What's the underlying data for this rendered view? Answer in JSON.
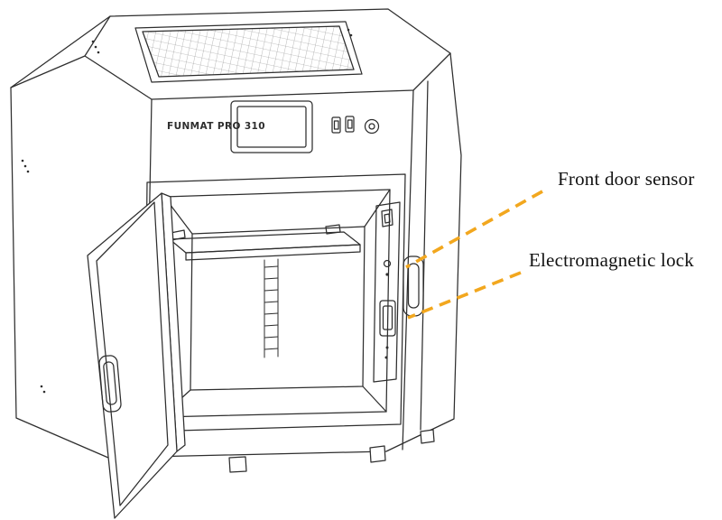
{
  "printer": {
    "model_label": "FUNMAT PRO 310"
  },
  "diagram": {
    "annotations": [
      {
        "id": "front-door-sensor",
        "label": "Front door sensor"
      },
      {
        "id": "electromagnetic-lock",
        "label": "Electromagnetic lock"
      }
    ]
  },
  "colors": {
    "leader_line": "#F2A71E",
    "line_art": "#2E2E2E",
    "label_text": "#121212",
    "background": "#FFFFFF"
  }
}
